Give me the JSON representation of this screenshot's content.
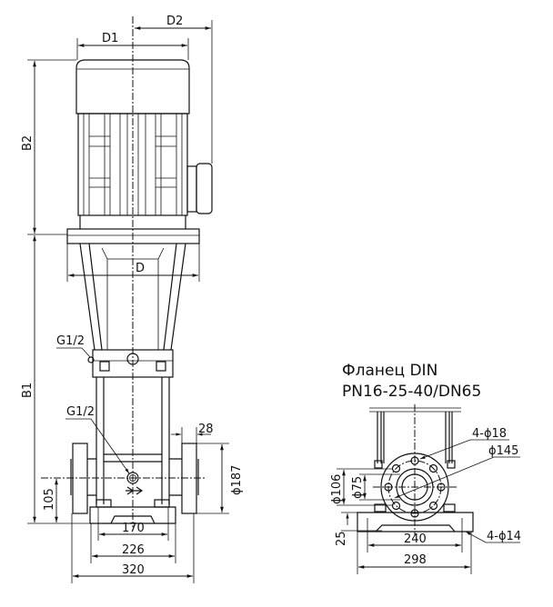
{
  "pump_view": {
    "labels": {
      "d1": "D1",
      "d2": "D2",
      "d": "D",
      "b1": "B1",
      "b2": "B2",
      "g_upper": "G1/2",
      "g_lower": "G1/2",
      "dim_105": "105",
      "dim_170": "170",
      "dim_226": "226",
      "dim_320": "320",
      "dim_28": "28",
      "dim_187": "ϕ187"
    }
  },
  "flange_view": {
    "title_line1": "Фланец DIN",
    "title_line2": "PN16-25-40/DN65",
    "labels": {
      "holes_18": "4-ϕ18",
      "dim_145": "ϕ145",
      "dim_106": "ϕ106",
      "dim_75": "ϕ75",
      "dim_25": "25",
      "dim_240": "240",
      "dim_298": "298",
      "holes_14": "4-ϕ14"
    }
  }
}
